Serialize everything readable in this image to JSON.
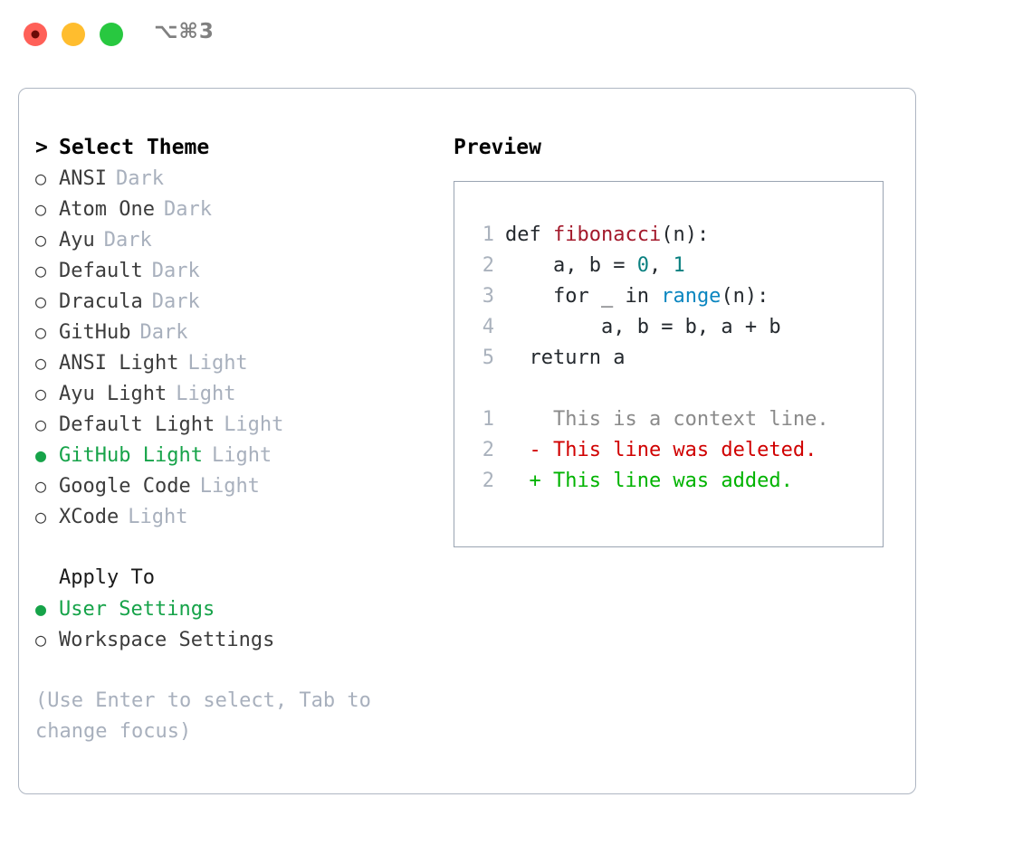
{
  "titlebar": {
    "lights": [
      {
        "name": "close-button",
        "color": "#ff6058"
      },
      {
        "name": "minimize-button",
        "color": "#ffbd2e"
      },
      {
        "name": "maximize-button",
        "color": "#28c840"
      }
    ],
    "shortcut": "⌥⌘3"
  },
  "theme_list": {
    "header_caret": ">",
    "header_label": "Select Theme",
    "bullet_empty": "○",
    "bullet_filled": "●",
    "items": [
      {
        "label": "ANSI",
        "variant": "Dark",
        "selected": false
      },
      {
        "label": "Atom One",
        "variant": "Dark",
        "selected": false
      },
      {
        "label": "Ayu",
        "variant": "Dark",
        "selected": false
      },
      {
        "label": "Default",
        "variant": "Dark",
        "selected": false
      },
      {
        "label": "Dracula",
        "variant": "Dark",
        "selected": false
      },
      {
        "label": "GitHub",
        "variant": "Dark",
        "selected": false
      },
      {
        "label": "ANSI Light",
        "variant": "Light",
        "selected": false
      },
      {
        "label": "Ayu Light",
        "variant": "Light",
        "selected": false
      },
      {
        "label": "Default Light",
        "variant": "Light",
        "selected": false
      },
      {
        "label": "GitHub Light",
        "variant": "Light",
        "selected": true
      },
      {
        "label": "Google Code",
        "variant": "Light",
        "selected": false
      },
      {
        "label": "XCode",
        "variant": "Light",
        "selected": false
      }
    ]
  },
  "apply_to": {
    "title": "Apply To",
    "items": [
      {
        "label": "User Settings",
        "selected": true
      },
      {
        "label": "Workspace Settings",
        "selected": false
      }
    ]
  },
  "help": {
    "text": "(Use Enter to select, Tab to change focus)"
  },
  "preview": {
    "title": "Preview",
    "code_lines": [
      {
        "num": "1",
        "indent": "",
        "segments": [
          {
            "text": "def ",
            "type": "plain"
          },
          {
            "text": "fibonacci",
            "type": "function"
          },
          {
            "text": "(n):",
            "type": "plain"
          }
        ]
      },
      {
        "num": "2",
        "indent": "    ",
        "segments": [
          {
            "text": "a, b = ",
            "type": "plain"
          },
          {
            "text": "0",
            "type": "number"
          },
          {
            "text": ", ",
            "type": "plain"
          },
          {
            "text": "1",
            "type": "number"
          }
        ]
      },
      {
        "num": "3",
        "indent": "    ",
        "segments": [
          {
            "text": "for _ in ",
            "type": "plain"
          },
          {
            "text": "range",
            "type": "call"
          },
          {
            "text": "(n):",
            "type": "plain"
          }
        ]
      },
      {
        "num": "4",
        "indent": "        ",
        "segments": [
          {
            "text": "a, b = b, a + b",
            "type": "plain"
          }
        ]
      },
      {
        "num": "5",
        "indent": "  ",
        "segments": [
          {
            "text": "return a",
            "type": "plain"
          }
        ]
      }
    ],
    "diff_lines": [
      {
        "num": "1",
        "marker": "  ",
        "text": "This is a context line.",
        "type": "context"
      },
      {
        "num": "2",
        "marker": "- ",
        "text": "This line was deleted.",
        "type": "deleted"
      },
      {
        "num": "2",
        "marker": "+ ",
        "text": "This line was added.",
        "type": "added"
      }
    ]
  },
  "colors": {
    "accent_green": "#16a349",
    "muted": "#a8b0bd",
    "function": "#a3192b",
    "number": "#0a8080",
    "call": "#0a86c0",
    "diff_deleted": "#d00000",
    "diff_added": "#00b300",
    "border": "#aeb6c2"
  }
}
